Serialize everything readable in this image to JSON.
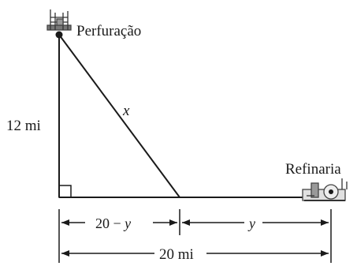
{
  "labels": {
    "drill_site": "Perfuração",
    "refinery": "Refinaria",
    "vertical_side": "12 mi",
    "hypotenuse": "x",
    "left_segment": "20 − y",
    "right_segment": "y",
    "total_base": "20 mi"
  },
  "icons": {
    "drill": "oil-derrick-icon",
    "refinery": "refinery-icon",
    "right_angle": "right-angle-marker"
  },
  "colors": {
    "ink": "#1a1a1a",
    "background": "#ffffff"
  }
}
